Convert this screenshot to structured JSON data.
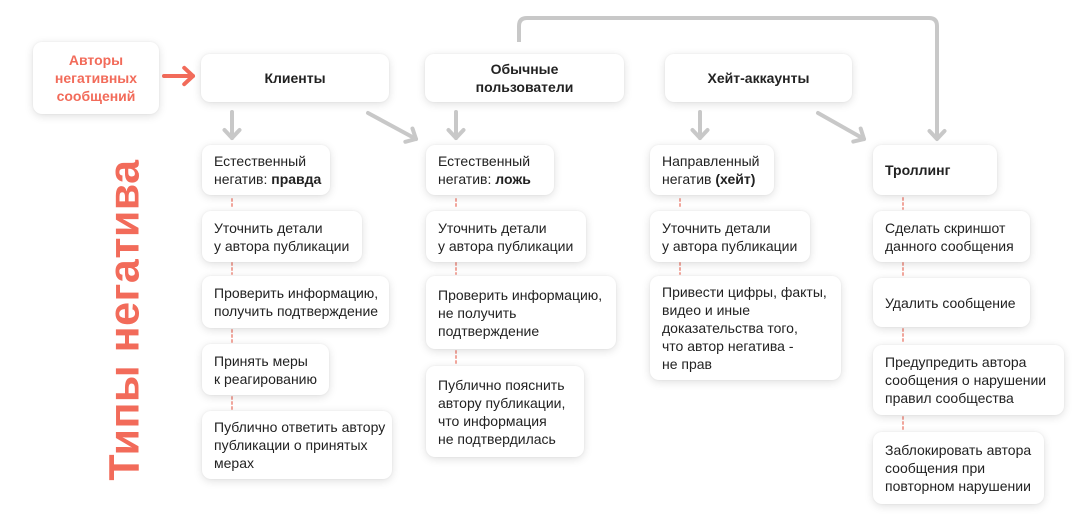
{
  "side_title": "Типы негатива",
  "authors": [
    "Авторы",
    "негативных",
    "сообщений"
  ],
  "headers": {
    "clients": [
      "Клиенты"
    ],
    "ordinary_users": [
      "Обычные",
      "пользователи"
    ],
    "hate_accounts": [
      "Хейт-аккаунты"
    ],
    "trolling": [
      "Троллинг"
    ]
  },
  "columns": {
    "truth": {
      "title": {
        "prefix": "Естественный",
        "mid": "негатив: ",
        "bold": "правда"
      },
      "steps": [
        [
          "Уточнить детали",
          "у автора публикации"
        ],
        [
          "Проверить информацию,",
          "получить подтверждение"
        ],
        [
          "Принять меры",
          "к реагированию"
        ],
        [
          "Публично ответить автору",
          "публикации о принятых",
          "мерах"
        ]
      ]
    },
    "lie": {
      "title": {
        "prefix": "Естественный",
        "mid": "негатив: ",
        "bold": "ложь"
      },
      "steps": [
        [
          "Уточнить детали",
          "у автора публикации"
        ],
        [
          "Проверить информацию,",
          "не получить",
          "подтверждение"
        ],
        [
          "Публично пояснить",
          "автору публикации,",
          "что информация",
          "не подтвердилась"
        ]
      ]
    },
    "hate": {
      "title": {
        "prefix": "Направленный",
        "mid": "негатив ",
        "bold": "(хейт)"
      },
      "steps": [
        [
          "Уточнить детали",
          "у автора публикации"
        ],
        [
          "Привести цифры, факты,",
          "видео и иные",
          "доказательства того,",
          "что автор негатива -",
          "не прав"
        ]
      ]
    },
    "troll": {
      "steps": [
        [
          "Сделать скриншот",
          "данного сообщения"
        ],
        [
          "Удалить сообщение"
        ],
        [
          "Предупредить автора",
          "сообщения о нарушении",
          "правил сообщества"
        ],
        [
          "Заблокировать автора",
          "сообщения при",
          "повторном нарушении"
        ]
      ]
    }
  },
  "colors": {
    "accent": "#f26b5a",
    "arrow": "#c8c8c8",
    "dots": "#f3a79d"
  }
}
